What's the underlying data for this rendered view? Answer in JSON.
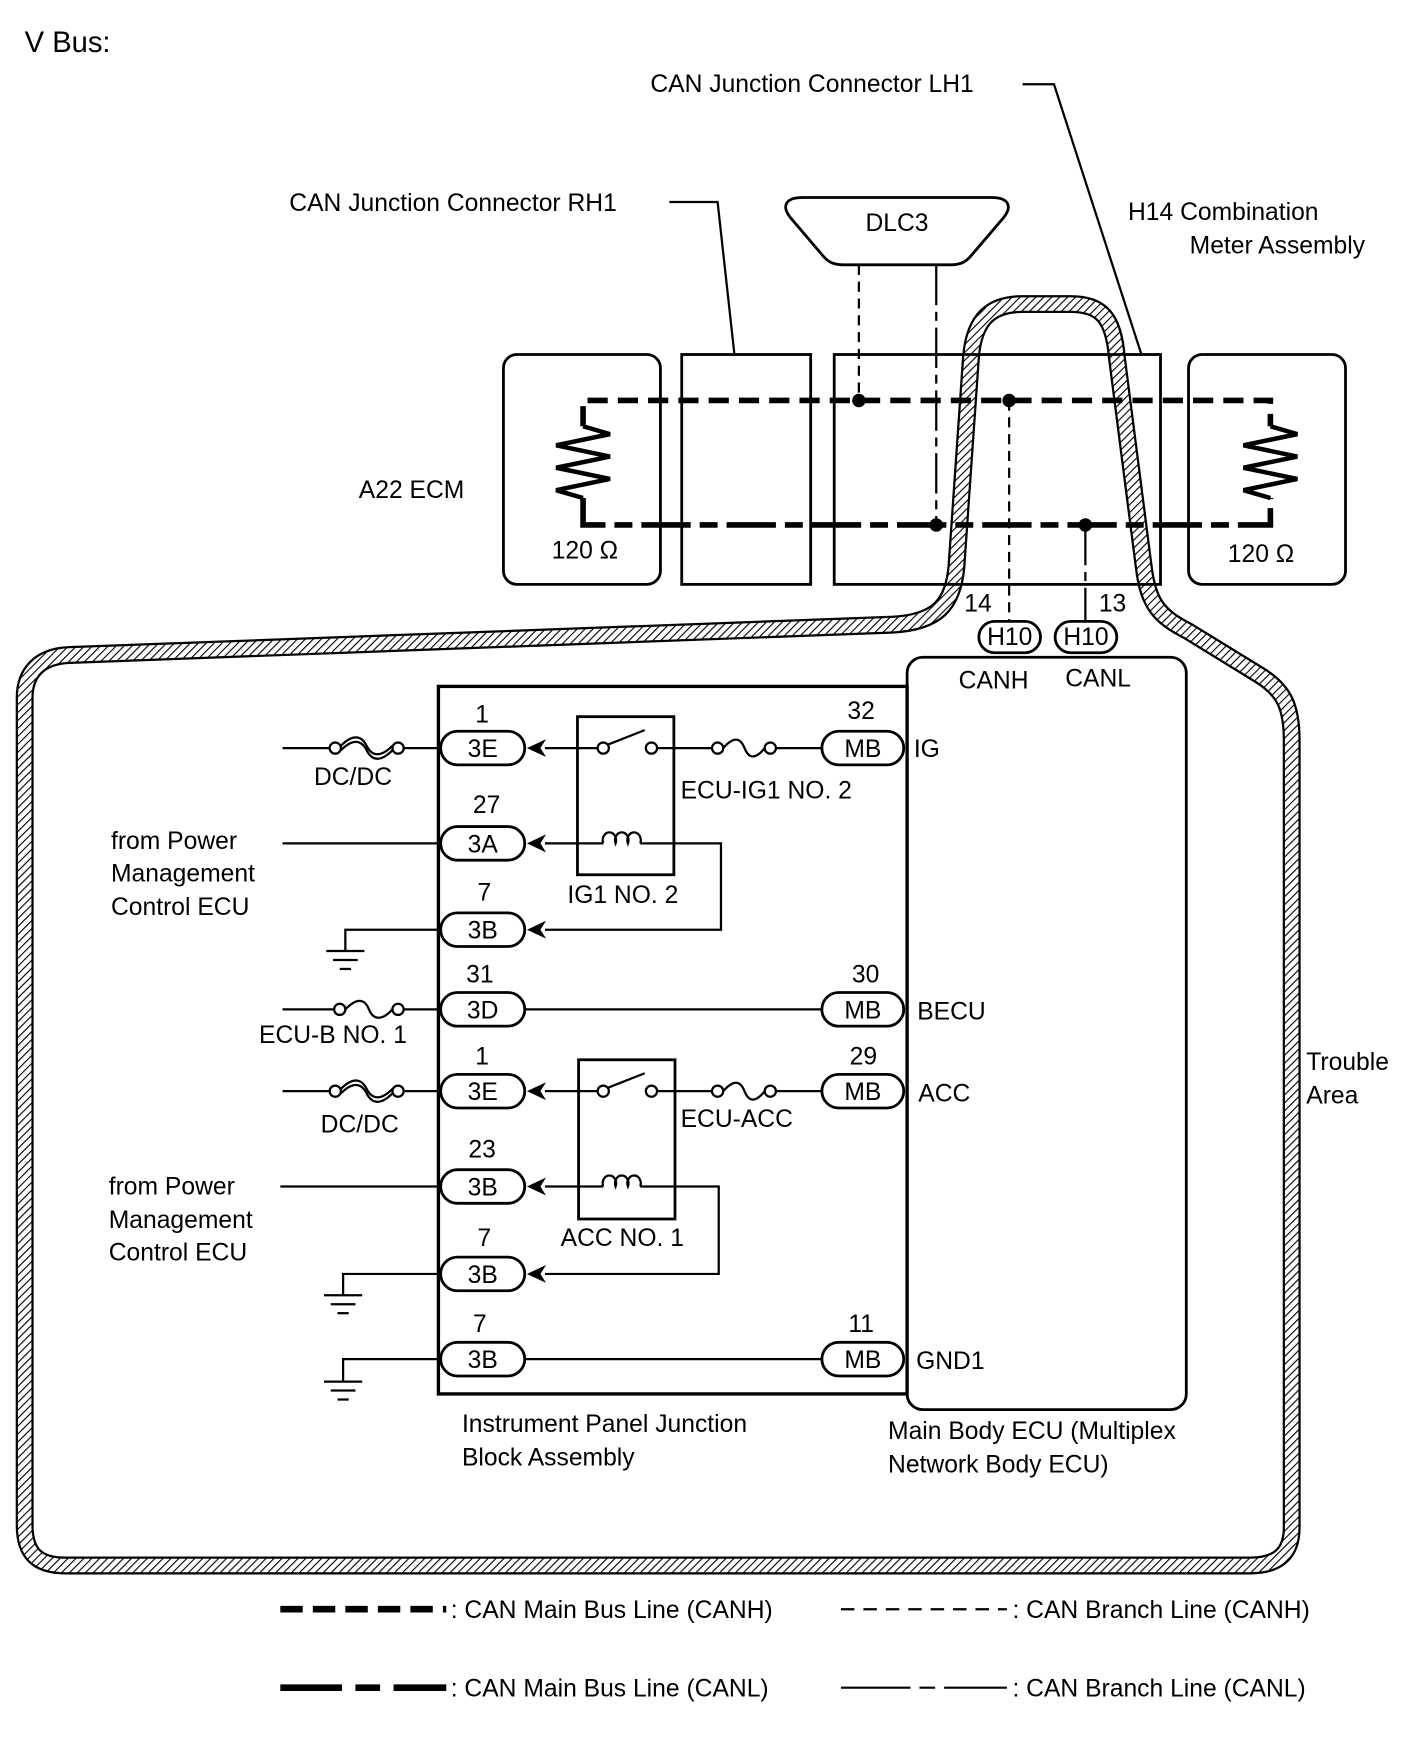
{
  "title": "V Bus:",
  "can_bus": {
    "junction_lh1": "CAN Junction Connector LH1",
    "junction_rh1": "CAN Junction Connector RH1",
    "dlc3": "DLC3",
    "combination_meter": [
      "H14 Combination",
      "Meter Assembly"
    ],
    "ecm": "A22 ECM",
    "ecm_resistor": "120 Ω",
    "meter_resistor": "120 Ω"
  },
  "ecu_can_pins": [
    {
      "pin": "14",
      "connector": "H10",
      "signal": "CANH"
    },
    {
      "pin": "13",
      "connector": "H10",
      "signal": "CANL"
    }
  ],
  "circuits": [
    {
      "jb_pin": "1",
      "jb_connector": "3E",
      "source": "DC/DC",
      "fuse": "ECU-IG1 NO. 2",
      "ecu_pin": "32",
      "ecu_connector": "MB",
      "ecu_terminal": "IG"
    },
    {
      "jb_pin": "27",
      "jb_connector": "3A",
      "source": [
        "from Power",
        "Management",
        "Control ECU"
      ],
      "relay": "IG1 NO. 2"
    },
    {
      "jb_pin": "7",
      "jb_connector": "3B"
    },
    {
      "jb_pin": "31",
      "jb_connector": "3D",
      "fuse": "ECU-B NO. 1",
      "ecu_pin": "30",
      "ecu_connector": "MB",
      "ecu_terminal": "BECU"
    },
    {
      "jb_pin": "1",
      "jb_connector": "3E",
      "source": "DC/DC",
      "fuse": "ECU-ACC",
      "ecu_pin": "29",
      "ecu_connector": "MB",
      "ecu_terminal": "ACC"
    },
    {
      "jb_pin": "23",
      "jb_connector": "3B",
      "source": [
        "from Power",
        "Management",
        "Control ECU"
      ],
      "relay": "ACC NO. 1"
    },
    {
      "jb_pin": "7",
      "jb_connector": "3B"
    },
    {
      "jb_pin": "7",
      "jb_connector": "3B",
      "ecu_pin": "11",
      "ecu_connector": "MB",
      "ecu_terminal": "GND1"
    }
  ],
  "junction_block_label": [
    "Instrument Panel Junction",
    "Block Assembly"
  ],
  "main_body_ecu_label": [
    "Main Body ECU (Multiplex",
    "Network Body ECU)"
  ],
  "trouble_area_label": [
    "Trouble",
    "Area"
  ],
  "legend": [
    {
      "text": ": CAN Main Bus Line (CANH)"
    },
    {
      "text": ": CAN Branch Line (CANH)"
    },
    {
      "text": ": CAN Main Bus Line (CANL)"
    },
    {
      "text": ": CAN Branch Line (CANL)"
    }
  ]
}
